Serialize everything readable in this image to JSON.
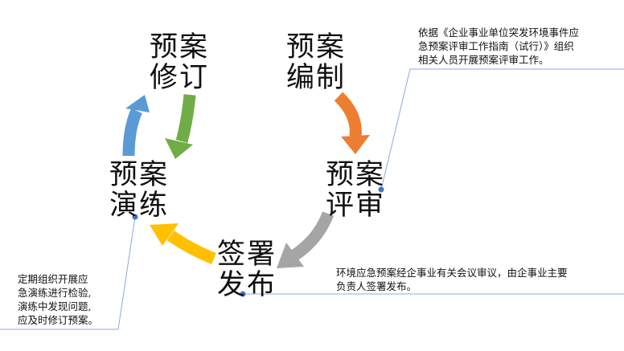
{
  "stages": {
    "compile": {
      "line1": "预案",
      "line2": "编制"
    },
    "review": {
      "line1": "预案",
      "line2": "评审"
    },
    "sign": {
      "line1": "签署",
      "line2": "发布"
    },
    "drill": {
      "line1": "预案",
      "line2": "演练"
    },
    "revise": {
      "line1": "预案",
      "line2": "修订"
    }
  },
  "notes": {
    "review": {
      "line1": "依据《企业事业单位突发环境事件应",
      "line2": "急预案评审工作指南（试行）》组织",
      "line3": "相关人员开展预案评审工作。"
    },
    "sign": {
      "line1": "环境应急预案经企事业有关会议审议，由企事业主要",
      "line2": "负责人签署发布。"
    },
    "drill": {
      "line1": "定期组织开展应",
      "line2": "急演练进行检验,",
      "line3": "演练中发现问题,",
      "line4": "应及时修订预案。"
    }
  },
  "colors": {
    "arrow_compile_to_review": "#ED7D31",
    "arrow_review_to_sign": "#A5A5A5",
    "arrow_sign_to_drill": "#FFC000",
    "arrow_drill_to_revise": "#5B9BD5",
    "arrow_revise_to_drill": "#70AD47",
    "callout_line": "#8FAADC",
    "callout_dot": "#4472C4"
  }
}
